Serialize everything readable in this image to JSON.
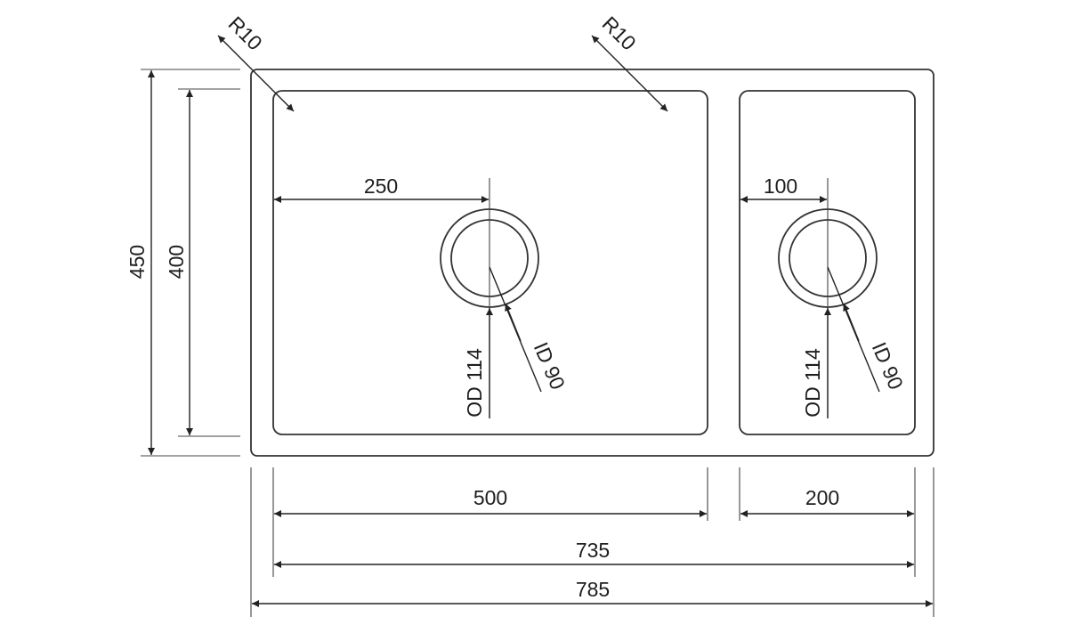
{
  "dimensions": {
    "radius_left": "R10",
    "radius_right": "R10",
    "overall_height": "450",
    "bowl_height": "400",
    "left_drain_offset": "250",
    "right_drain_offset": "100",
    "left_outer_diameter": "OD 114",
    "left_inner_diameter": "ID 90",
    "right_outer_diameter": "OD 114",
    "right_inner_diameter": "ID 90",
    "left_bowl_width": "500",
    "right_bowl_width": "200",
    "bowls_span": "735",
    "overall_width": "785"
  },
  "colors": {
    "line": "#222222",
    "text": "#1e1e1e",
    "background": "#ffffff"
  }
}
